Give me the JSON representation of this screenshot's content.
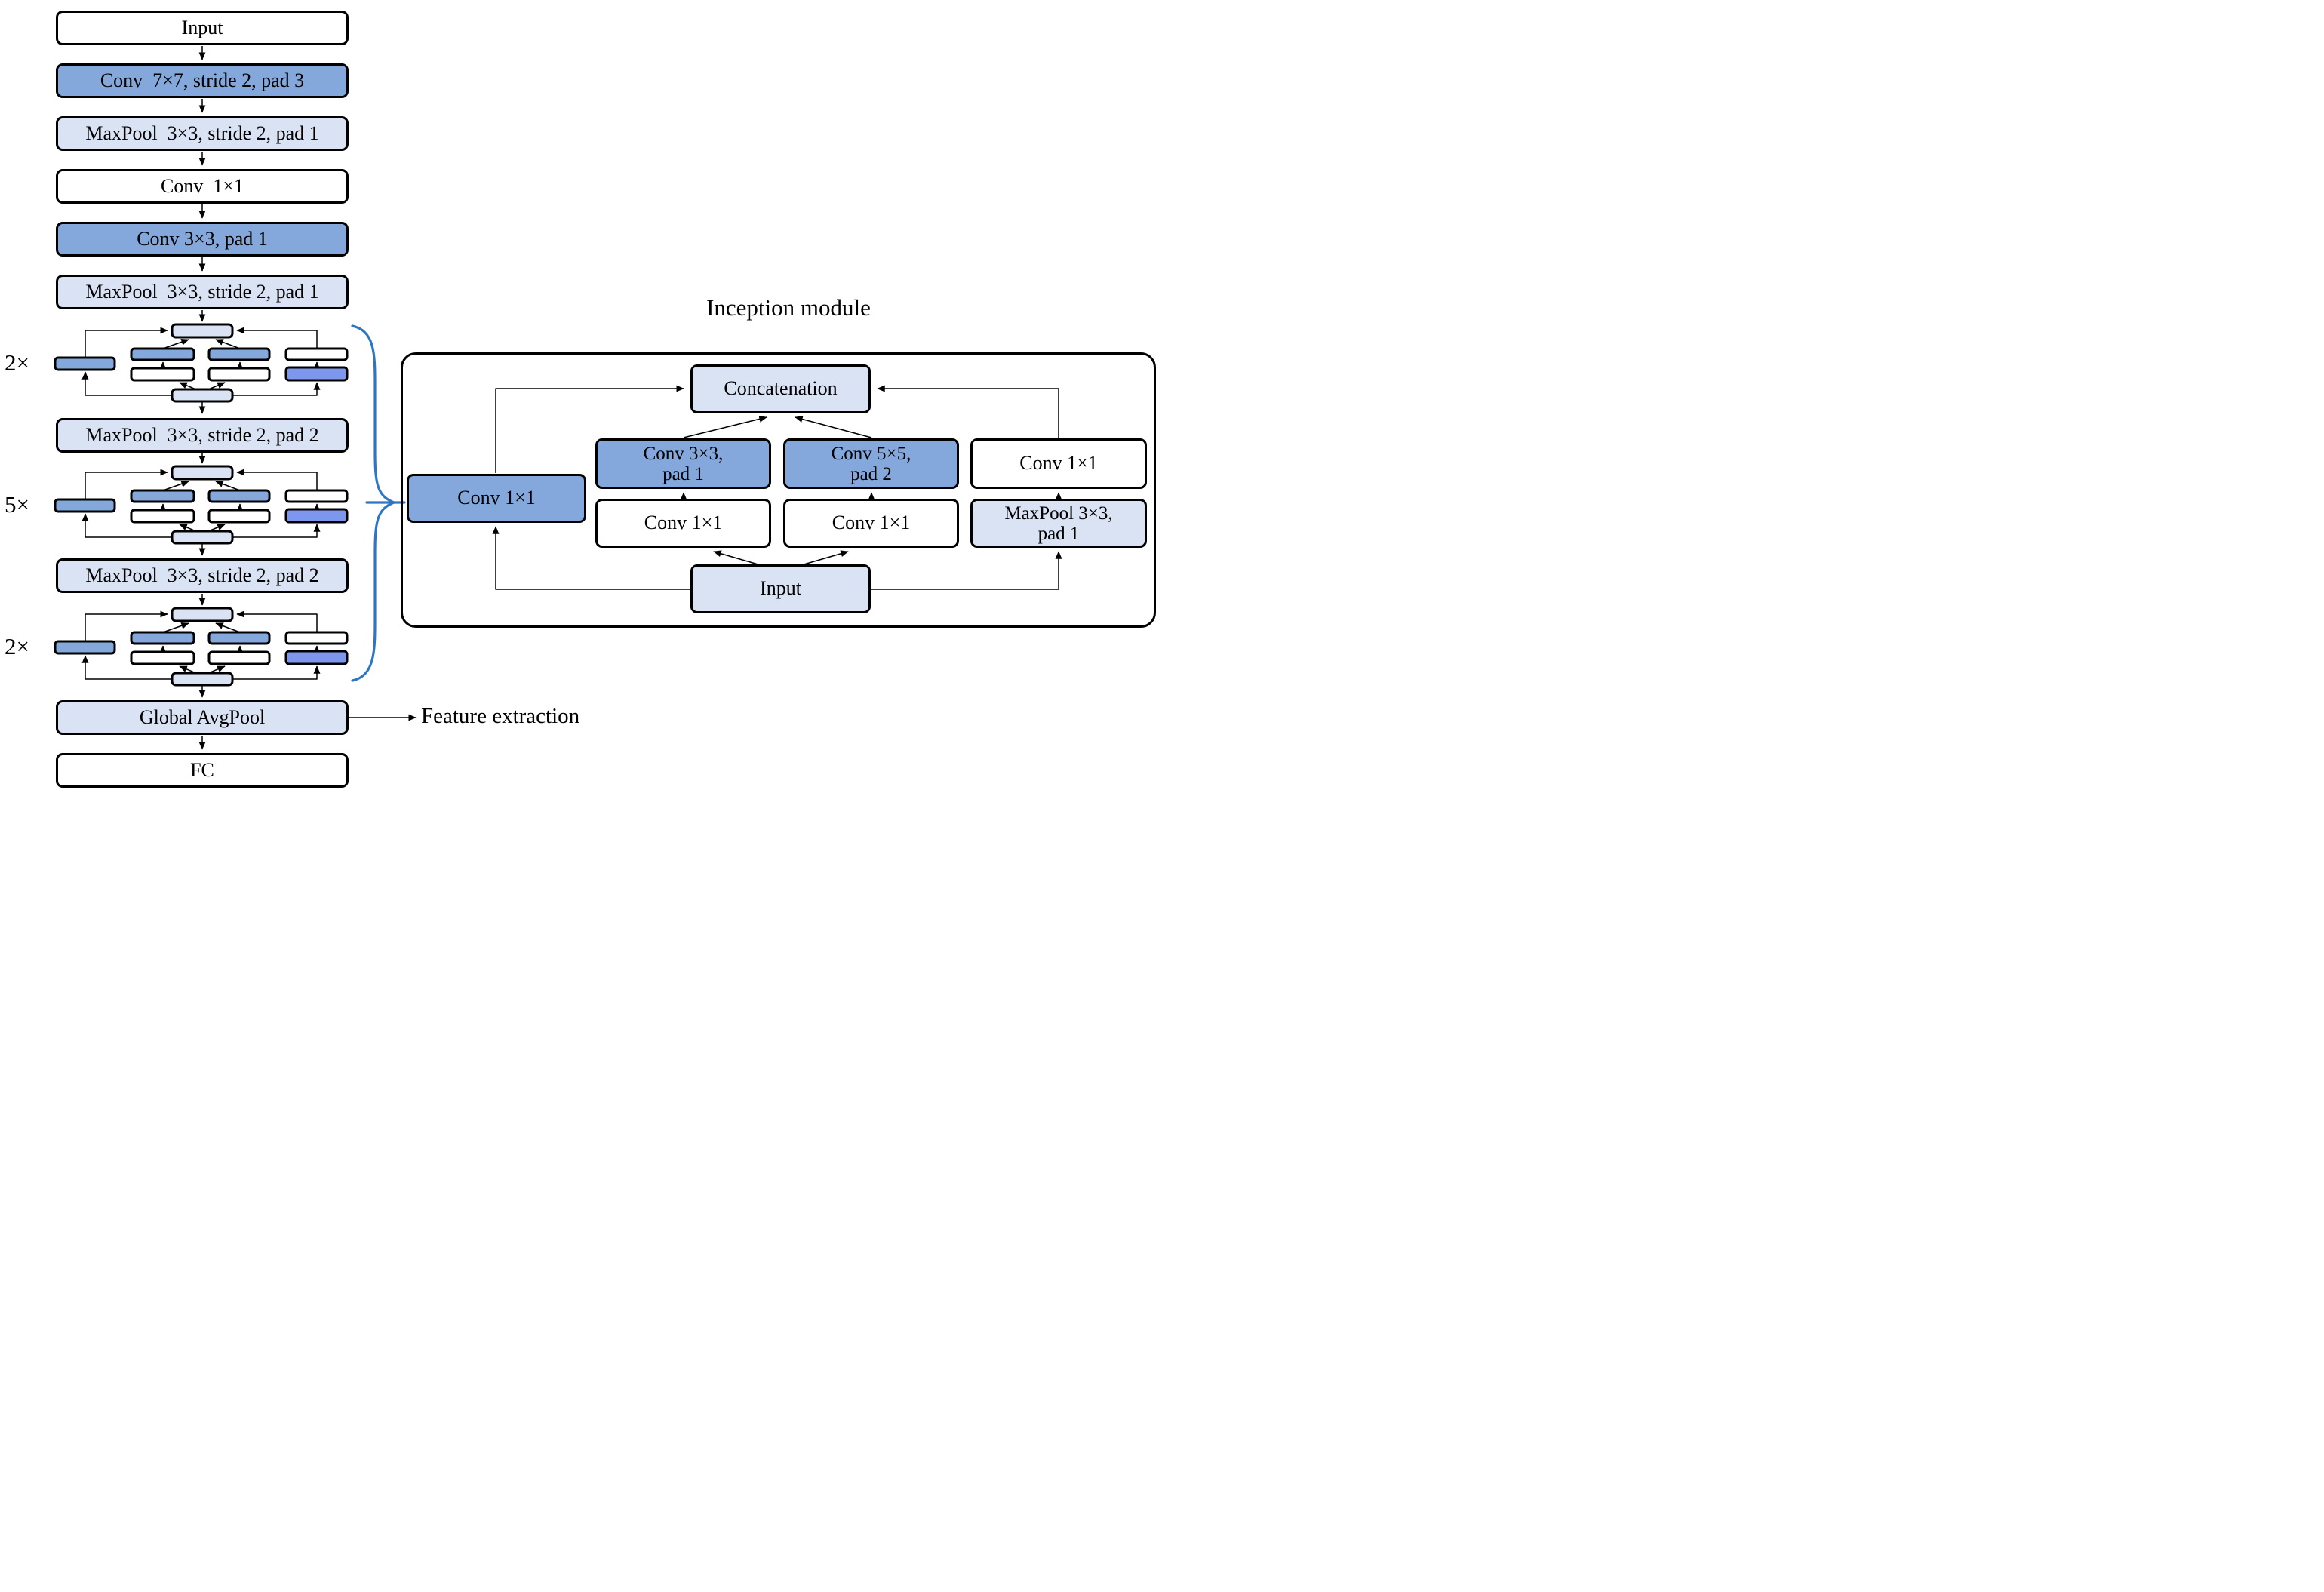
{
  "left": {
    "input": "Input",
    "conv7": "Conv  7×7, stride 2, pad 3",
    "maxpool1": "MaxPool  3×3, stride 2, pad 1",
    "conv1": "Conv  1×1",
    "conv3": "Conv 3×3, pad 1",
    "maxpool2": "MaxPool  3×3, stride 2, pad 1",
    "maxpool_s2p2_a": "MaxPool  3×3, stride 2, pad 2",
    "maxpool_s2p2_b": "MaxPool  3×3, stride 2, pad 2",
    "global_avgpool": "Global AvgPool",
    "fc": "FC",
    "feature_extraction": "Feature extraction",
    "mult1": "2×",
    "mult2": "5×",
    "mult3": "2×"
  },
  "inception": {
    "title": "Inception module",
    "concat": "Concatenation",
    "left_conv": "Conv 1×1",
    "b2_top": "Conv 3×3,\npad 1",
    "b3_top": "Conv 5×5,\npad 2",
    "b4_top": "Conv 1×1",
    "b2_mid": "Conv 1×1",
    "b3_mid": "Conv 1×1",
    "b4_mid": "MaxPool 3×3,\npad 1",
    "input": "Input"
  },
  "colors": {
    "box_mid_blue": "#84a8dc",
    "box_light_blue": "#dae3f4",
    "box_periwinkle": "#7d97ee",
    "brace_blue": "#2e75c4",
    "border": "#000000"
  }
}
